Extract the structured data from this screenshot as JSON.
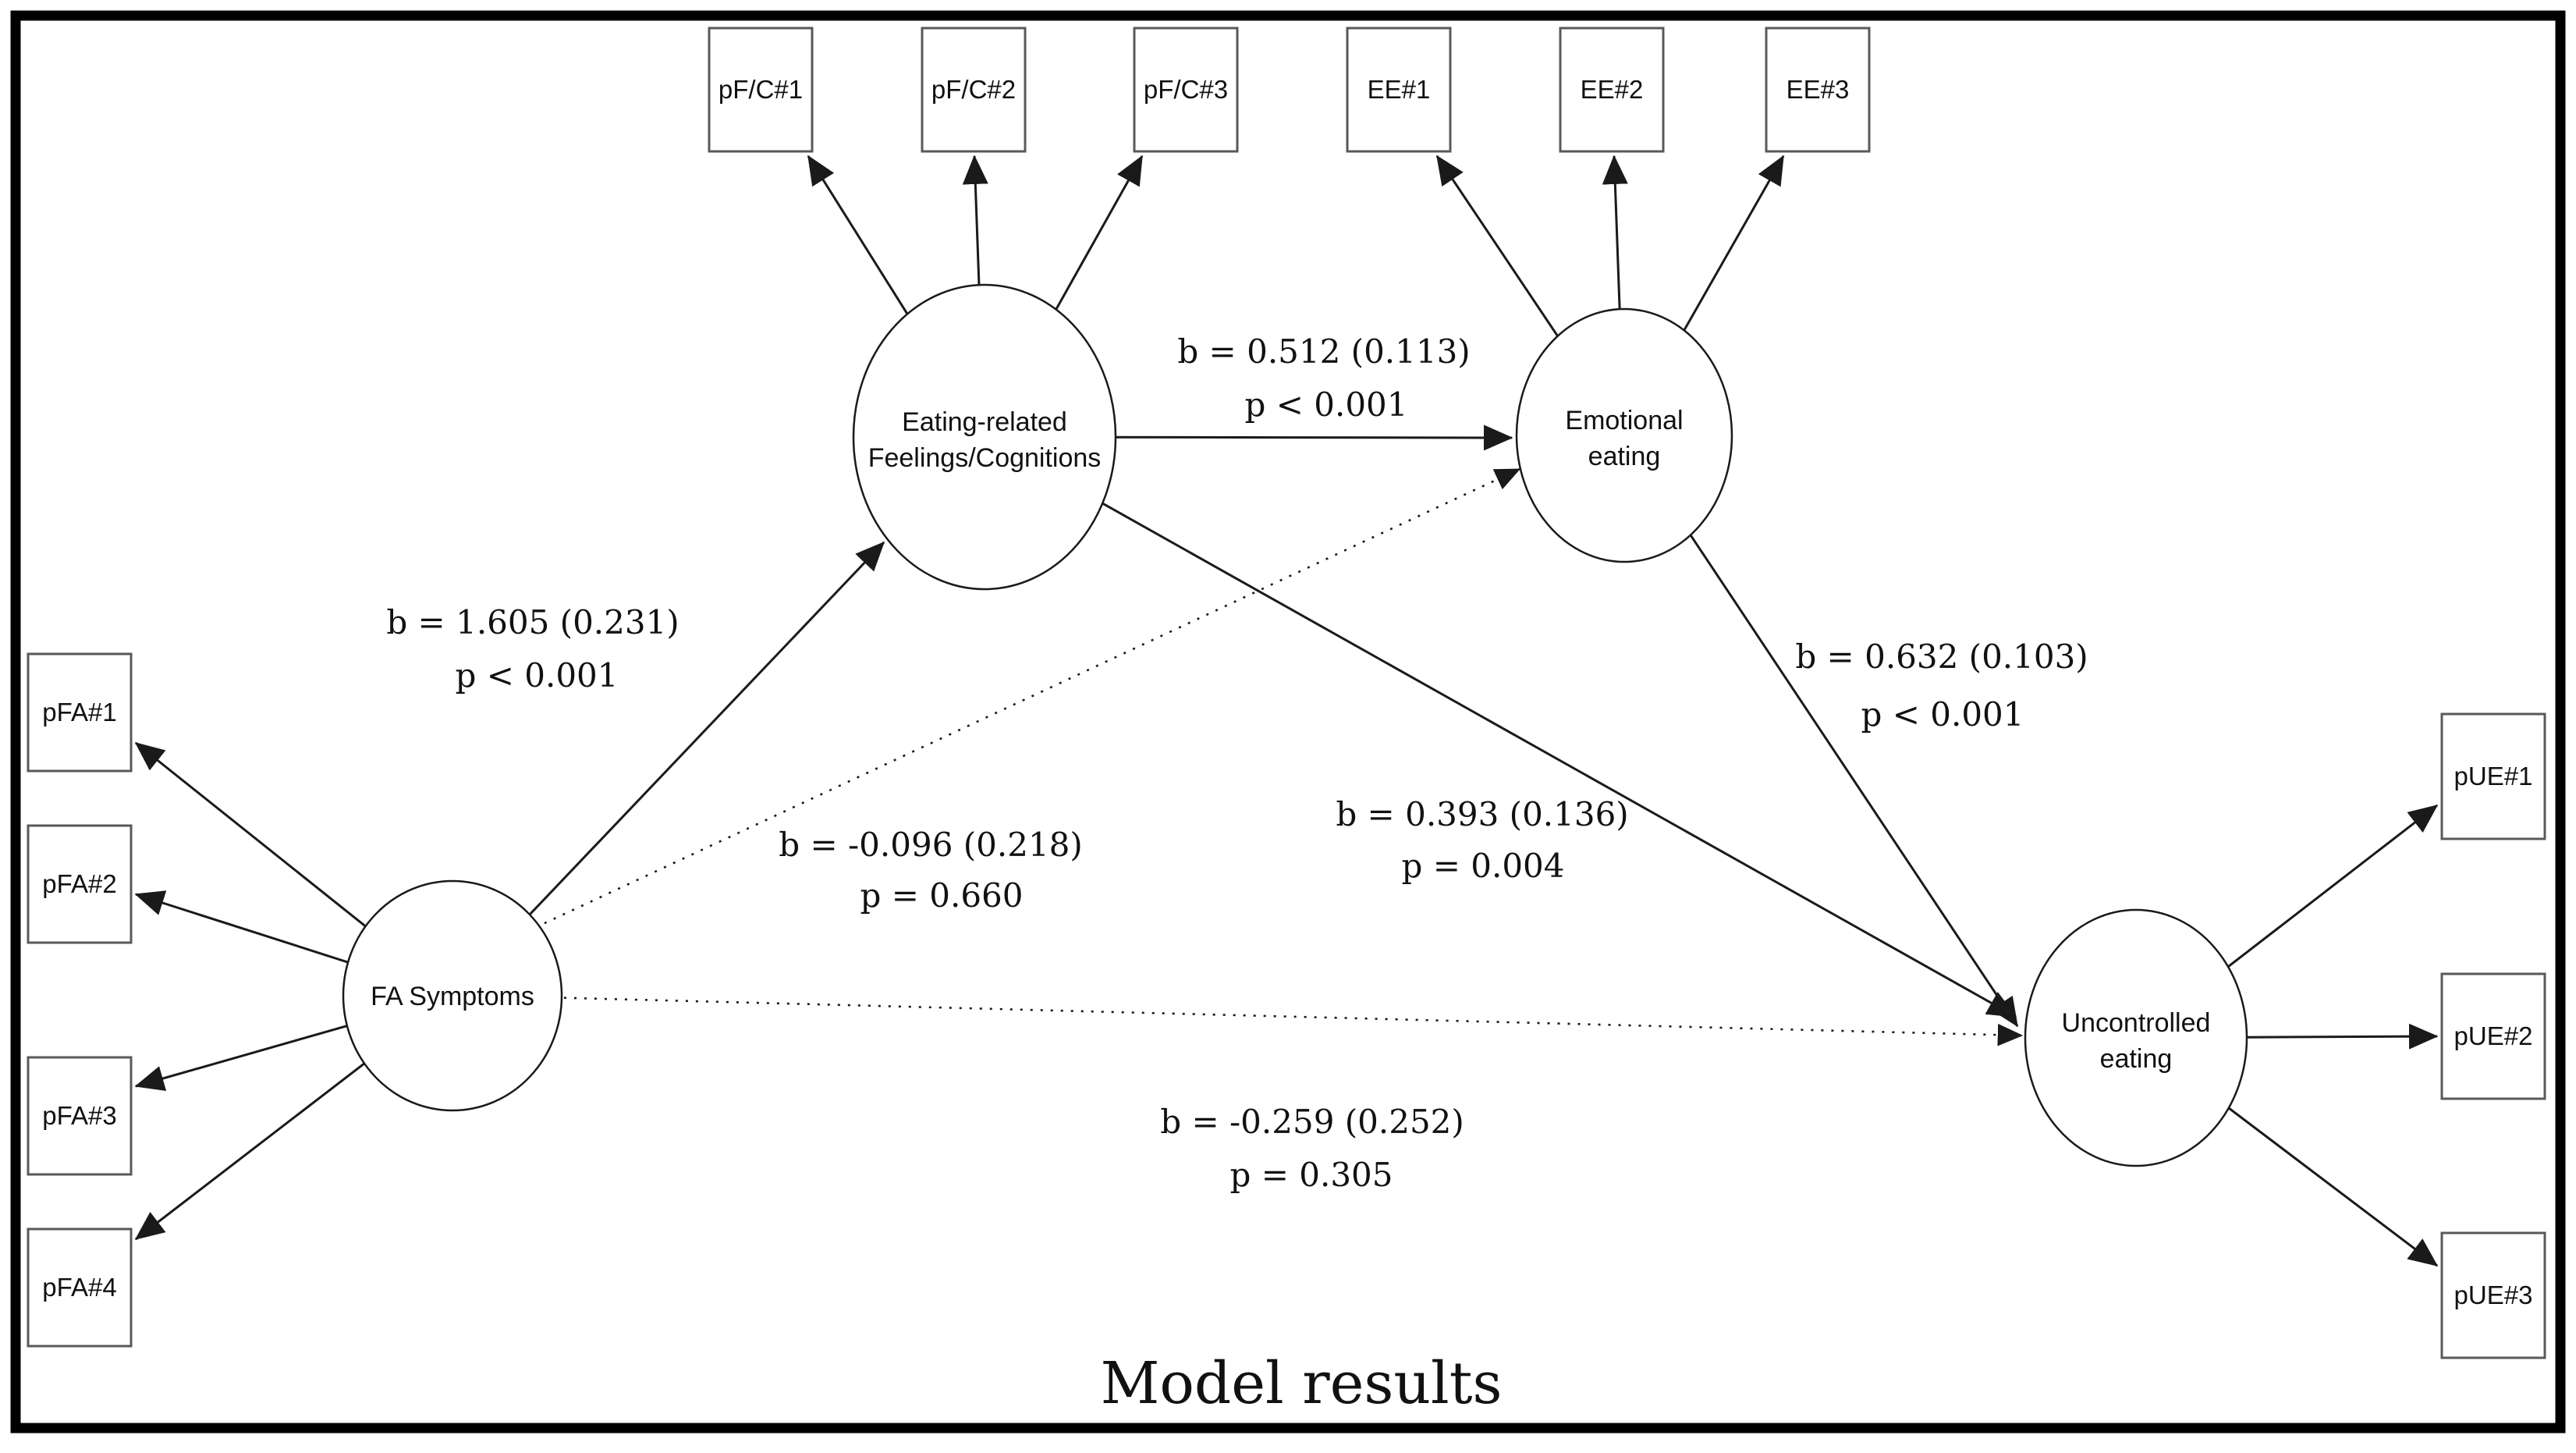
{
  "diagram_title": "Model results",
  "colors": {
    "background": "#ffffff",
    "frame": "#000000",
    "line": "#1a1a1a",
    "box_border": "#595959",
    "text": "#111111"
  },
  "latents": {
    "erfc": {
      "line1": "Eating-related",
      "line2": "Feelings/Cognitions"
    },
    "ee": {
      "line1": "Emotional",
      "line2": "eating"
    },
    "fa": {
      "line1": "FA Symptoms"
    },
    "ue": {
      "line1": "Uncontrolled",
      "line2": "eating"
    }
  },
  "boxes": {
    "pfc1": "pF/C#1",
    "pfc2": "pF/C#2",
    "pfc3": "pF/C#3",
    "ee1": "EE#1",
    "ee2": "EE#2",
    "ee3": "EE#3",
    "pfa1": "pFA#1",
    "pfa2": "pFA#2",
    "pfa3": "pFA#3",
    "pfa4": "pFA#4",
    "pue1": "pUE#1",
    "pue2": "pUE#2",
    "pue3": "pUE#3"
  },
  "paths": [
    {
      "from": "FA Symptoms",
      "to": "Eating-related Feelings/Cognitions",
      "b": "b = 1.605 (0.231)",
      "p": "p < 0.001",
      "line_style": "solid"
    },
    {
      "from": "Eating-related Feelings/Cognitions",
      "to": "Emotional eating",
      "b": "b = 0.512 (0.113)",
      "p": "p < 0.001",
      "line_style": "solid"
    },
    {
      "from": "Emotional eating",
      "to": "Uncontrolled eating",
      "b": "b = 0.632 (0.103)",
      "p": "p < 0.001",
      "line_style": "solid"
    },
    {
      "from": "FA Symptoms",
      "to": "Emotional eating",
      "b": "b = -0.096 (0.218)",
      "p": "p = 0.660",
      "line_style": "dotted"
    },
    {
      "from": "Eating-related Feelings/Cognitions",
      "to": "Uncontrolled eating",
      "b": "b = 0.393 (0.136)",
      "p": "p = 0.004",
      "line_style": "solid"
    },
    {
      "from": "FA Symptoms",
      "to": "Uncontrolled eating",
      "b": "b = -0.259 (0.252)",
      "p": "p = 0.305",
      "line_style": "dotted"
    }
  ]
}
